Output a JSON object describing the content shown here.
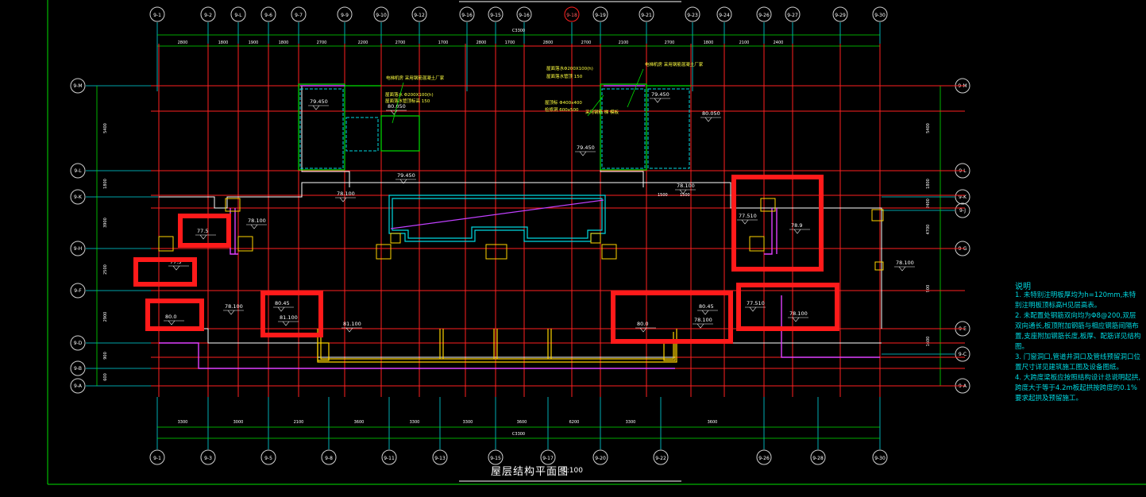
{
  "drawing": {
    "title": "屋层结构平面图",
    "scale": "1:100",
    "top_axes": [
      "9-1",
      "9-2",
      "9-L",
      "9-6",
      "9-7",
      "9-9",
      "9-10",
      "9-12",
      "9-16",
      "9-15",
      "9-16",
      "9-18",
      "9-19",
      "9-21",
      "9-23",
      "9-24",
      "9-26",
      "9-27",
      "9-29",
      "9-30"
    ],
    "bottom_axes": [
      "9-1",
      "9-3",
      "9-5",
      "9-8",
      "9-11",
      "9-13",
      "9-15",
      "9-17",
      "9-20",
      "9-22",
      "9-26",
      "9-28",
      "9-30"
    ],
    "left_axes": [
      "9-M",
      "9-L",
      "9-K",
      "9-H",
      "9-F",
      "9-D",
      "9-B",
      "9-A"
    ],
    "right_axes": [
      "9-M",
      "9-L",
      "9-K",
      "9-J",
      "9-G",
      "9-E",
      "9-C",
      "9-A"
    ],
    "top_dims": [
      "2800",
      "1800",
      "1900",
      "1800",
      "2700",
      "2200",
      "2700",
      "1700",
      "2800",
      "1700",
      "2800",
      "2700",
      "2100",
      "2700",
      "1800",
      "2100",
      "2400"
    ],
    "bottom_dims": [
      "3300",
      "3000",
      "2100",
      "3600",
      "3300",
      "3300",
      "3600",
      "6200",
      "3300",
      "3600"
    ],
    "overall_dim": "C3300",
    "left_dims": [
      "5400",
      "1800",
      "3900",
      "2500",
      "2900",
      "900",
      "600"
    ],
    "right_dims": [
      "5400",
      "1800",
      "2400",
      "4700",
      "900",
      "1600"
    ],
    "elevation_labels": [
      "79.450",
      "80.050",
      "79.450",
      "79.450",
      "80.050",
      "79.450",
      "78.100",
      "78.100",
      "77.5",
      "78.100",
      "77.5",
      "78.100",
      "80.0",
      "80.45",
      "81.100",
      "81.100",
      "80.0",
      "80.45",
      "78.100",
      "77.510",
      "78.100",
      "77.510",
      "78.9",
      "78.100"
    ],
    "callouts": [
      "电梯机房 采用钢筋混凝土厂家",
      "屋面落水 Φ200X100(h)",
      "屋面落水管顶标高 150",
      "屋面落水Φ200X100(h)",
      "屋面落水管顶 150",
      "屋顶标 Φ400x400",
      "检修洞 600x500",
      "采用钢筋 梯 模板",
      "电梯机房 采用钢筋混凝土厂家"
    ],
    "small_dims": [
      "1500",
      "1500"
    ]
  },
  "notes": {
    "title": "说明",
    "items": [
      "1. 未特别注明板厚均为h=120mm,未特别注明板顶标高H见层高表。",
      "2. 未配置处钢筋双向均为Φ8@200,双层双向通长,板顶附加钢筋与相应钢筋间隔布置,支座附加钢筋长度,板厚、配筋详见结构图。",
      "3. 门窗洞口,管道井洞口及管线预留洞口位置尺寸详见建筑施工图及设备图纸。",
      "4. 大跨度梁板应按照结构设计总说明起拱,跨度大于等于4.2m板起拱按跨度的0.1%要求起拱及预留施工。"
    ]
  },
  "highlight_color": "#ff1a1a"
}
